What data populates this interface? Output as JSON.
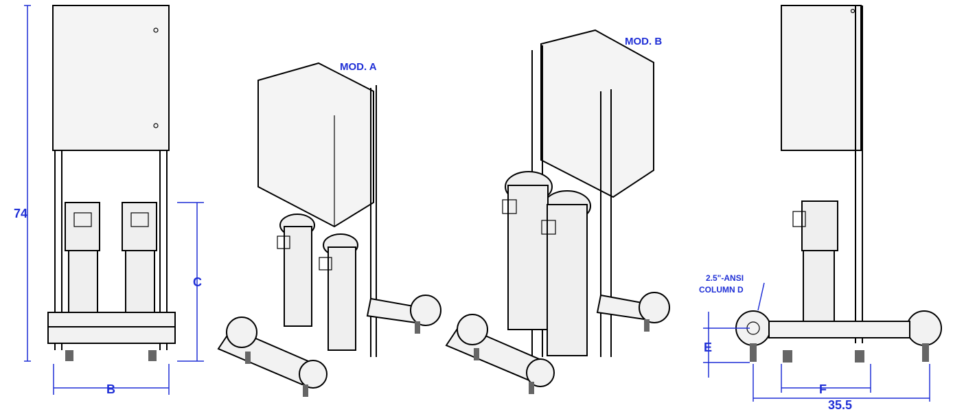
{
  "labels": {
    "dim_74": "74",
    "dim_b": "B",
    "dim_c": "C",
    "mod_a": "MOD. A",
    "mod_b": "MOD. B",
    "note_ansi": "2.5\"-ANSI",
    "note_column": "COLUMN D",
    "dim_e": "E",
    "dim_f": "F",
    "dim_35_5": "35.5"
  },
  "colors": {
    "label_blue": "#1f2fd6",
    "line_black": "#000000"
  }
}
